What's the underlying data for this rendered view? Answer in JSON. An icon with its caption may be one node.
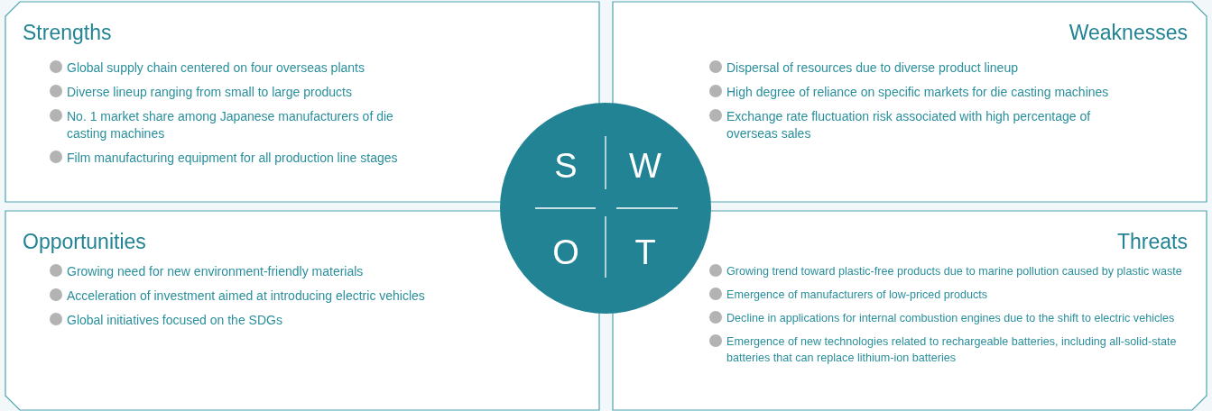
{
  "diagram": {
    "nodes": [
      {
        "text": [
          "Strengths",
          "Global supply chain centered on four overseas plants",
          "Diverse lineup ranging from small to large products",
          "No. 1 market share among Japanese manufacturers of die casting machines",
          "Film manufacturing equipment for all production line stages"
        ]
      },
      {
        "text": [
          "Weaknesses",
          "Dispersal of resources due to diverse product lineup",
          "High degree of reliance on specific markets for die casting machines",
          "Exchange rate fluctuation risk associated with high percentage of overseas sales"
        ]
      },
      {
        "text": [
          "Opportunities",
          "Growing need for new environment-friendly materials",
          "Acceleration of investment aimed at introducing electric vehicles",
          "Global initiatives focused on the SDGs"
        ]
      },
      {
        "text": [
          "Threats",
          "Growing trend toward plastic-free products due to marine pollution caused by plastic waste",
          "Emergence of manufacturers of low-priced products",
          "Decline in applications for internal combustion engines due to the shift to electric vehicles",
          "Emergence of new technologies related to rechargeable batteries, including all-solid-state batteries that can replace lithium-ion batteries"
        ]
      },
      {
        "text": [
          "S",
          "W",
          "O",
          "T"
        ]
      }
    ],
    "edges": []
  }
}
